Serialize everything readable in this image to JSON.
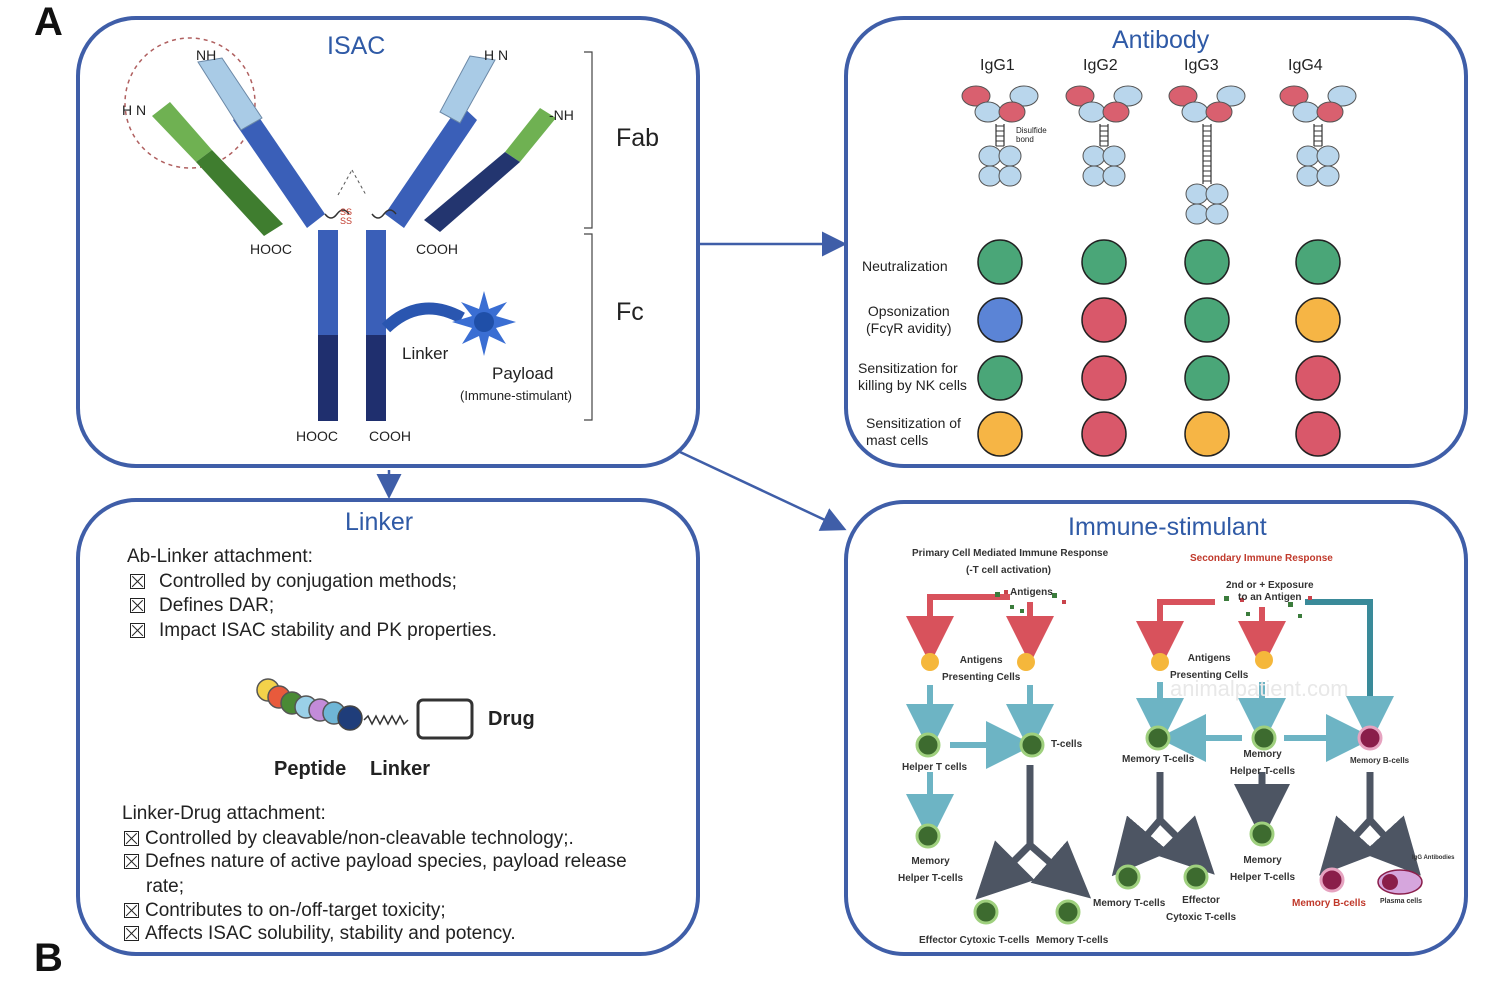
{
  "panel_labels": {
    "a": "A",
    "b": "B"
  },
  "isac": {
    "title": "ISAC",
    "nh_top": "NH",
    "hn_left": "H N",
    "hn_right": "H N",
    "nh_right": "-NH",
    "hooc_left": "HOOC",
    "cooh_right": "COOH",
    "hooc_bottom": "HOOC",
    "cooh_bottom": "COOH",
    "fab": "Fab",
    "fc": "Fc",
    "linker": "Linker",
    "payload": "Payload",
    "payload_sub": "(Immune-stimulant)",
    "colors": {
      "heavy": "#3a5fb8",
      "heavy_dark": "#1f2f6e",
      "light_green": "#5ea646",
      "light_green_dark": "#3c7a2e",
      "light_blue": "#a9cbe6",
      "payload": "#2f62c9"
    }
  },
  "antibody": {
    "title": "Antibody",
    "isotypes": [
      "IgG1",
      "IgG2",
      "IgG3",
      "IgG4"
    ],
    "disulfide_label": "Disulfide bond",
    "functions": [
      {
        "label": "Neutralization",
        "levels": [
          "green",
          "green",
          "green",
          "green"
        ]
      },
      {
        "label": "Opsonization\n(FcγR avidity)",
        "levels": [
          "blue",
          "red",
          "green",
          "orange"
        ]
      },
      {
        "label": "Sensitization for\nkilling by NK cells",
        "levels": [
          "green",
          "red",
          "green",
          "red"
        ]
      },
      {
        "label": "Sensitization of\nmast cells",
        "levels": [
          "orange",
          "red",
          "orange",
          "red"
        ]
      }
    ],
    "colors": {
      "green": "#4aa678",
      "blue": "#5b84d6",
      "red": "#d9586a",
      "orange": "#f6b545"
    }
  },
  "linker": {
    "title": "Linker",
    "ab_heading": "Ab-Linker attachment:",
    "ab_items": [
      "Controlled by conjugation methods;",
      "Defines DAR;",
      "Impact ISAC stability and PK properties."
    ],
    "drug": "Drug",
    "peptide": "Peptide",
    "linker_label": "Linker",
    "drug_heading": "Linker-Drug attachment:",
    "drug_items": [
      "Controlled by cleavable/non-cleavable technology;.",
      "Defnes nature of active payload species, payload release",
      "rate;",
      "Contributes to on-/off-target toxicity;",
      "Affects ISAC solubility, stability and potency."
    ]
  },
  "immune": {
    "title": "Immune-stimulant",
    "primary_title": "Primary Cell Mediated Immune Response",
    "primary_sub": "(-T cell activation)",
    "antigens": "Antigens",
    "apc": "Antigens\nPresenting Cells",
    "helper": "Helper T cells",
    "tcells": "T-cells",
    "memory_helper": "Memory\nHelper T-cells",
    "effector_cytotoxic": "Effector Cytoxic T-cells",
    "memory_tcells": "Memory T-cells",
    "secondary_title": "Secondary Immune Response",
    "exposure": "2nd or + Exposure\nto an Antigen",
    "apc2": "Antigens\nPresenting Cells",
    "memory_t2": "Memory T-cells",
    "memory_helper2": "Memory\nHelper T-cells",
    "memory_b": "Memory B-cells",
    "memory_helper3": "Memory\nHelper T-cells",
    "memory_t3": "Memory T-cells",
    "effector2": "Effector\nCytoxic T-cells",
    "memory_b2": "Memory B-cells",
    "plasma": "Plasma cells",
    "antibodies": "IgG Antibodies",
    "watermark": "animalpatient.com"
  }
}
